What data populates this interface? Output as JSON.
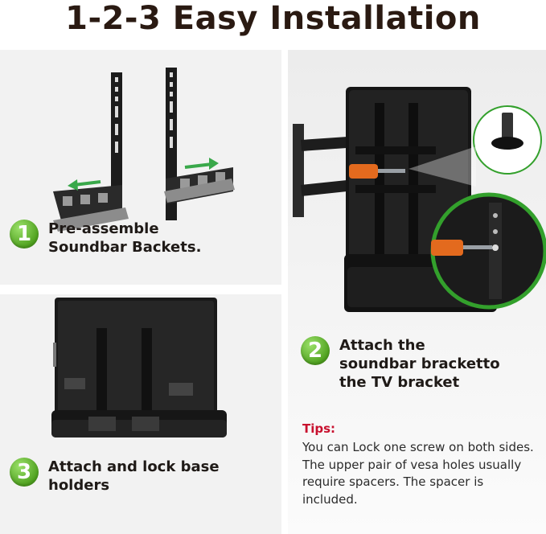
{
  "title": "1-2-3  Easy Installation",
  "steps": [
    {
      "number": "1",
      "text": "Pre-assemble\nSoundbar Backets."
    },
    {
      "number": "2",
      "text": "Attach the\nsoundbar bracketto\nthe TV bracket"
    },
    {
      "number": "3",
      "text": "Attach and lock base\nholders"
    }
  ],
  "tips": {
    "title": "Tips:",
    "body": "You can Lock one screw on both sides. The upper pair of vesa holes usually require spacers. The spacer is included."
  },
  "colors": {
    "accent_green": "#4fa11f",
    "tips_red": "#c8102e",
    "screwdriver_orange": "#e36a1e",
    "inset_ring_green": "#33a02c"
  }
}
